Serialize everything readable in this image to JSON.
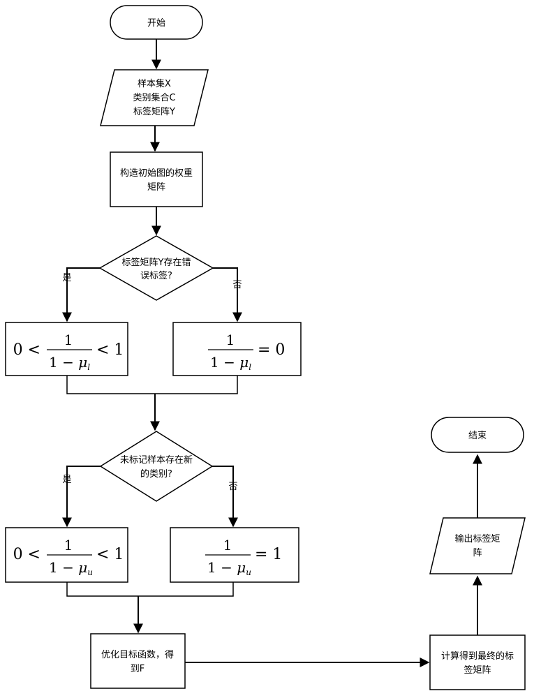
{
  "flowchart": {
    "start": {
      "text": "开始"
    },
    "input": {
      "lines": [
        "样本集X",
        "类别集合C",
        "标签矩阵Y"
      ]
    },
    "construct": {
      "lines": [
        "构造初始图的权重",
        "矩阵"
      ]
    },
    "decision1": {
      "lines": [
        "标签矩阵Y存在错",
        "误标签?"
      ],
      "yes": "是",
      "no": "否"
    },
    "formula1_left": {
      "pre": "0 <",
      "num": "1",
      "den_prefix": "1 − ",
      "mu": "μ",
      "sub": "l",
      "post": "< 1"
    },
    "formula1_right": {
      "num": "1",
      "den_prefix": "1 − ",
      "mu": "μ",
      "sub": "l",
      "post": "= 0"
    },
    "decision2": {
      "lines": [
        "未标记样本存在新",
        "的类别?"
      ],
      "yes": "是",
      "no": "否"
    },
    "formula2_left": {
      "pre": "0 <",
      "num": "1",
      "den_prefix": "1 − ",
      "mu": "μ",
      "sub": "u",
      "post": "< 1"
    },
    "formula2_right": {
      "num": "1",
      "den_prefix": "1 − ",
      "mu": "μ",
      "sub": "u",
      "post": "= 1"
    },
    "optimize": {
      "lines": [
        "优化目标函数，得",
        "到F"
      ]
    },
    "compute": {
      "lines": [
        "计算得到最终的标",
        "签矩阵"
      ]
    },
    "output": {
      "lines": [
        "输出标签矩",
        "阵"
      ]
    },
    "end": {
      "text": "结束"
    }
  }
}
